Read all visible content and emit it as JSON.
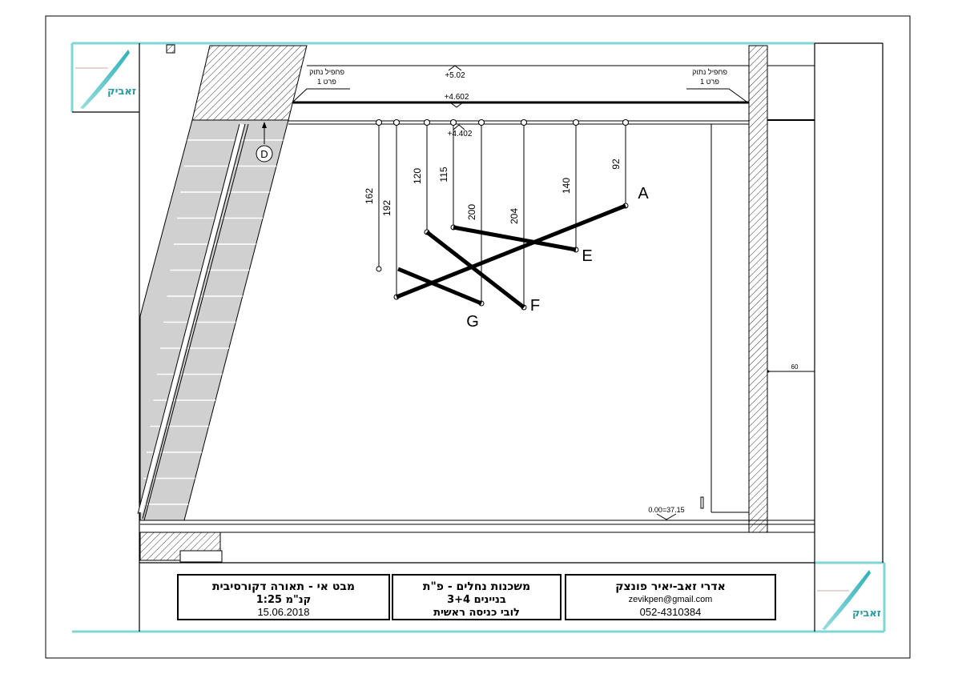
{
  "logo": {
    "text": "זאביק"
  },
  "title_blocks": [
    {
      "line1": "מבט אי - תאורה דקורסיבית",
      "line2": "קנ\"מ 1:25",
      "line3": "15.06.2018"
    },
    {
      "line1": "משכנות נחלים - פ\"ת",
      "line2": "בניינים 3+4",
      "line3": "לובי כניסה ראשית"
    },
    {
      "line1": "אדרי זאב-יאיר פונצק",
      "line2": "zevikpen@gmail.com",
      "line3": "052-4310384"
    }
  ],
  "drawing": {
    "callouts": [
      {
        "line1": "פחפיל נתוק",
        "line2": "פרט 1"
      },
      {
        "line1": "פחפיל נתוק",
        "line2": "פרט 1"
      }
    ],
    "levels": {
      "top": "+5.02",
      "ceiling": "+4.602",
      "lower_ceiling": "+4.402",
      "floor": "0.00=37.15"
    },
    "hanger_lengths": [
      "162",
      "192",
      "120",
      "115",
      "200",
      "204",
      "140",
      "92"
    ],
    "bar_labels": [
      "A",
      "E",
      "F",
      "G"
    ],
    "section_marker": "D",
    "wall_dimension": "60"
  },
  "colors": {
    "frame_accent": "#7fd6d6",
    "stair_fill": "#d0d0d0"
  }
}
